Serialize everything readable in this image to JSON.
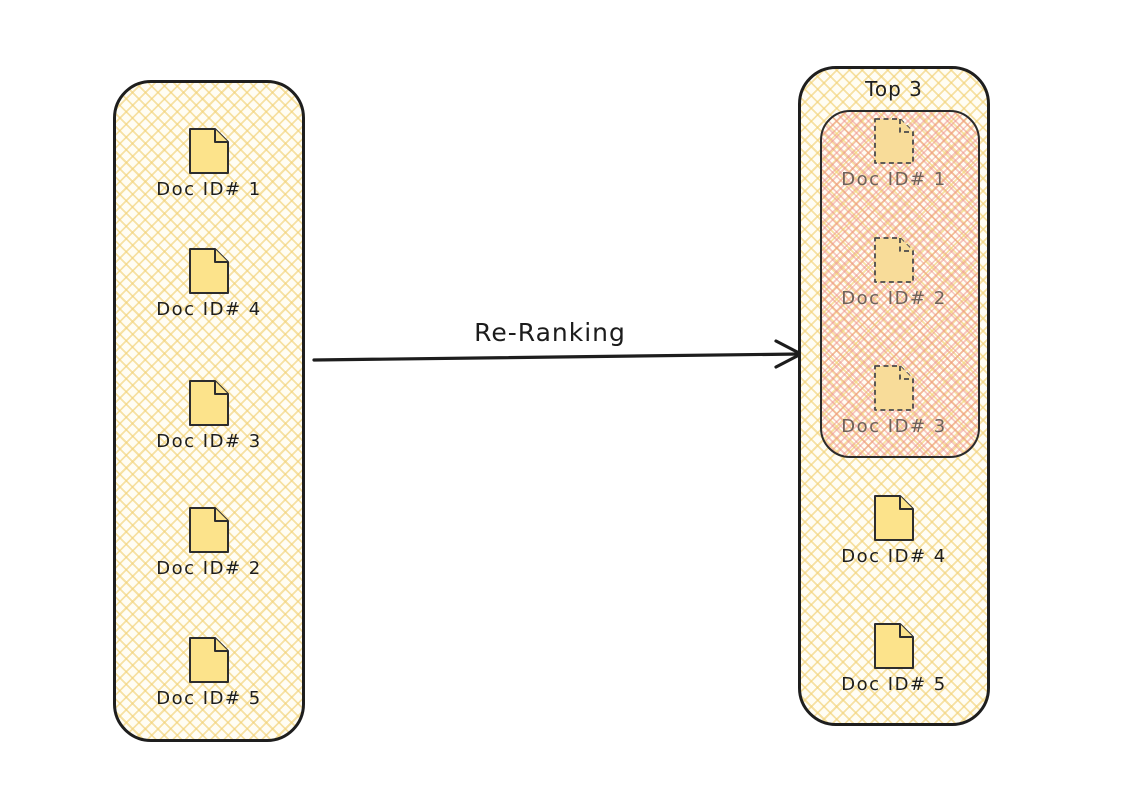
{
  "diagram": {
    "arrow": {
      "label": "Re-Ranking"
    },
    "left_panel": {
      "items": [
        "Doc ID# 1",
        "Doc ID# 4",
        "Doc ID# 3",
        "Doc ID# 2",
        "Doc ID# 5"
      ]
    },
    "right_panel": {
      "group_label": "Top 3",
      "top_items": [
        "Doc ID# 1",
        "Doc ID# 2",
        "Doc ID# 3"
      ],
      "remaining_items": [
        "Doc ID# 4",
        "Doc ID# 5"
      ]
    },
    "colors": {
      "panel_border": "#1e1e1e",
      "yellow_hatch": "#f2d278",
      "doc_fill": "#fce38b",
      "doc_fill_top": "#f8dc99",
      "doc_stroke": "#2d2d2d",
      "pink_hatch": "#ee9288",
      "top_group_border": "#2b2b2b",
      "muted_text": "#6e625b",
      "text": "#1e1e1e"
    }
  }
}
